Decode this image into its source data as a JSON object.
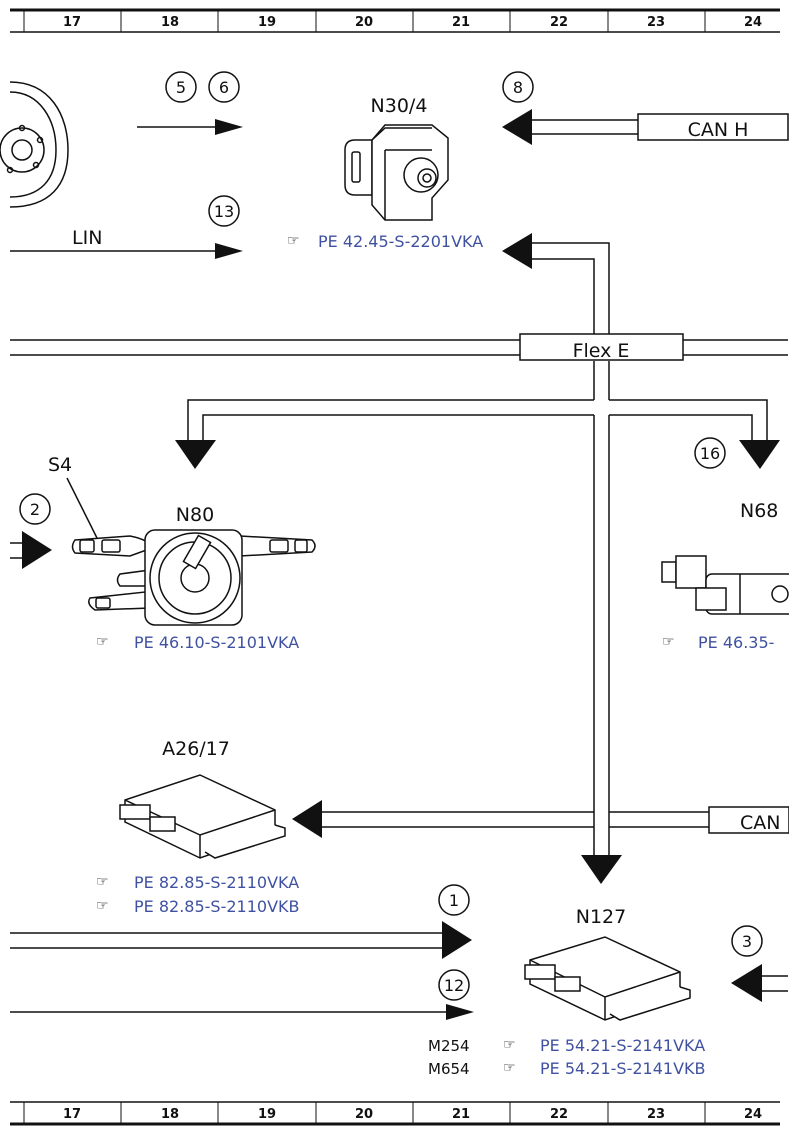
{
  "grid": {
    "columns": [
      "17",
      "18",
      "19",
      "20",
      "21",
      "22",
      "23",
      "24"
    ]
  },
  "components": {
    "n30_4": {
      "code": "N30/4",
      "ref": "PE 42.45-S-2201VKA"
    },
    "n80": {
      "code": "N80",
      "ref": "PE 46.10-S-2101VKA"
    },
    "s4": {
      "code": "S4"
    },
    "n68": {
      "code": "N68",
      "ref": "PE 46.35-"
    },
    "a26_17": {
      "code": "A26/17",
      "ref1": "PE 82.85-S-2110VKA",
      "ref2": "PE 82.85-S-2110VKB"
    },
    "n127": {
      "code": "N127",
      "variant1": "M254",
      "ref1": "PE 54.21-S-2141VKA",
      "variant2": "M654",
      "ref2": "PE 54.21-S-2141VKB"
    }
  },
  "buses": {
    "can_h": "CAN H",
    "flex_e": "Flex E",
    "lin": "LIN",
    "can_right": "CAN"
  },
  "markers": [
    "5",
    "6",
    "8",
    "13",
    "16",
    "2",
    "1",
    "12",
    "3"
  ]
}
